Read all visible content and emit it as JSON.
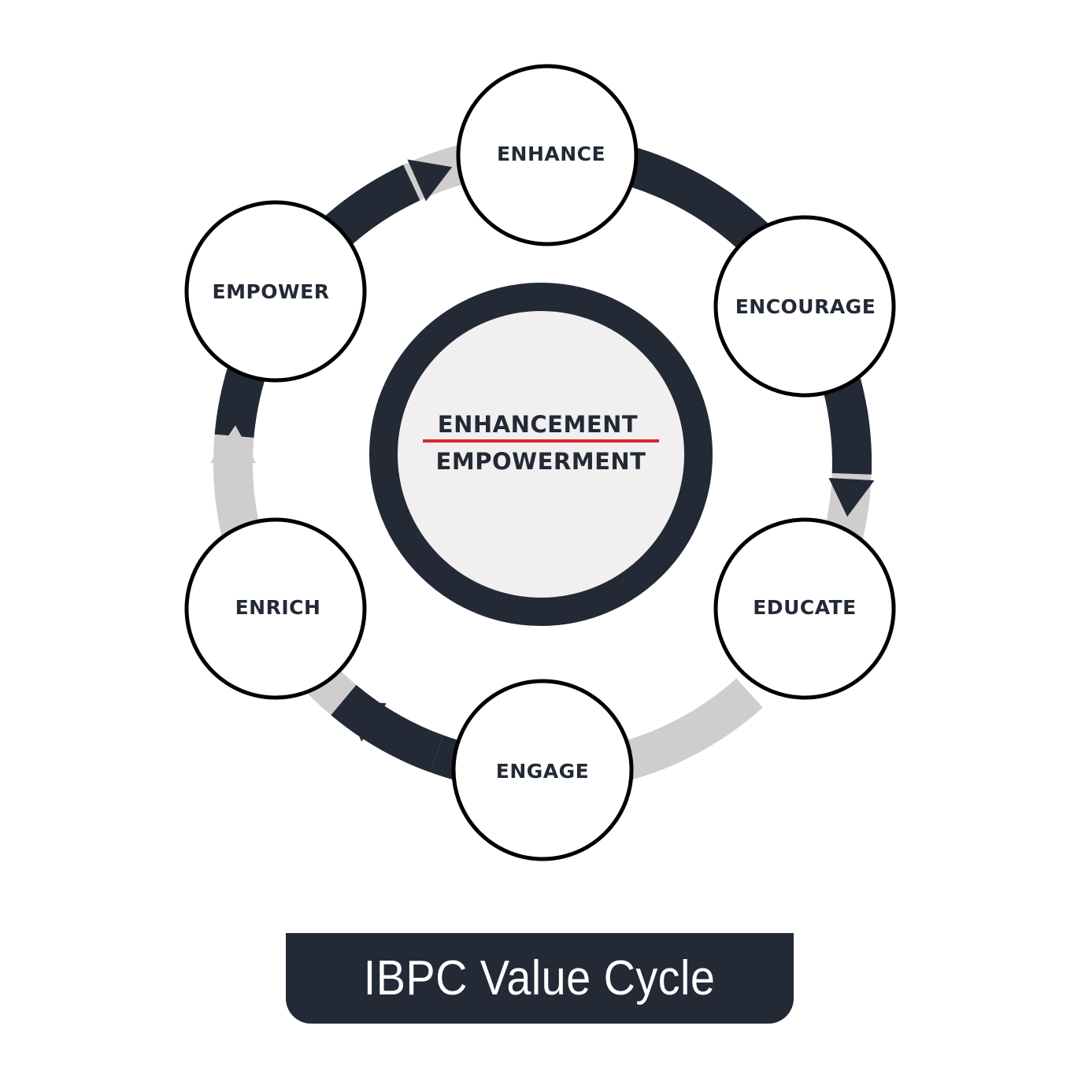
{
  "title": "IBPC Value Cycle",
  "center": {
    "top_text": "ENHANCEMENT",
    "bottom_text": "EMPOWERMENT"
  },
  "nodes": [
    {
      "label": "ENHANCE"
    },
    {
      "label": "ENCOURAGE"
    },
    {
      "label": "EDUCATE"
    },
    {
      "label": "ENGAGE"
    },
    {
      "label": "ENRICH"
    },
    {
      "label": "EMPOWER"
    }
  ],
  "colors": {
    "dark": "#232a36",
    "light_ring": "#cfcecc",
    "center_fill": "#f1eff0",
    "divider_red": "#d7262b",
    "node_fill": "#ffffff",
    "node_stroke": "#000000"
  }
}
